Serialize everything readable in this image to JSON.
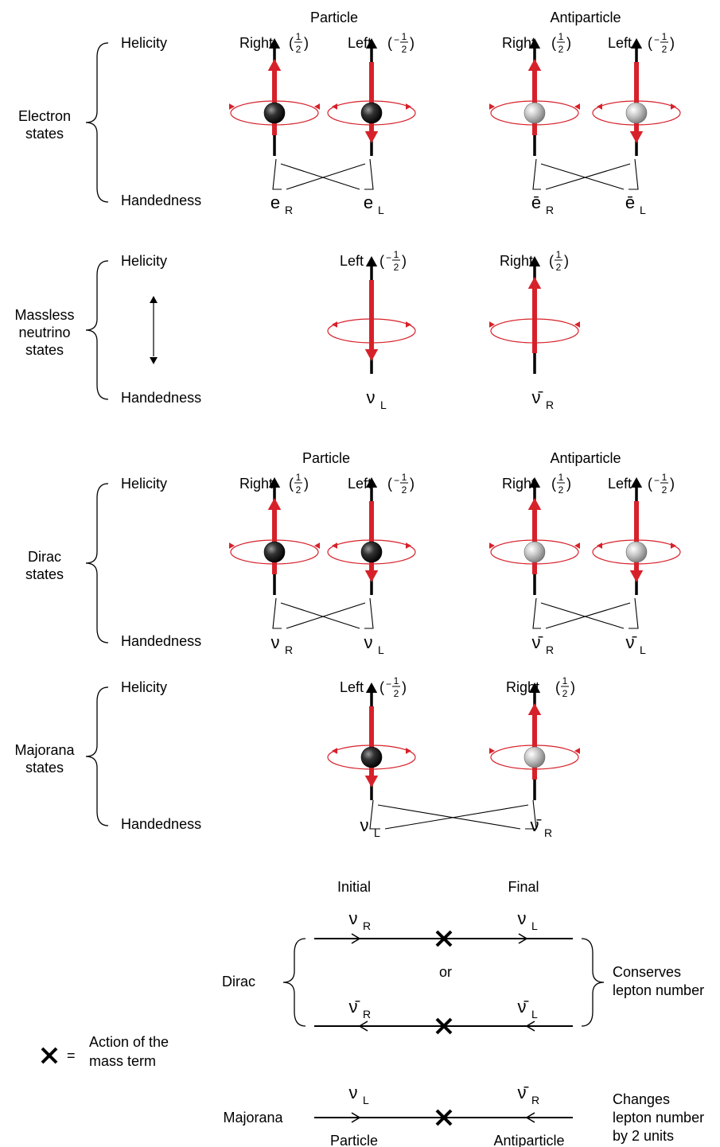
{
  "labels": {
    "particle": "Particle",
    "antiparticle": "Antiparticle",
    "helicity": "Helicity",
    "handedness": "Handedness",
    "right": "Right",
    "left": "Left",
    "spin_pos": "(1/2)",
    "spin_neg": "(−1/2)",
    "half_num": "1",
    "half_den": "2",
    "minus": "−",
    "paren_open": "(",
    "paren_close": ")"
  },
  "sections": {
    "electron": "Electron states",
    "massless": "Massless neutrino states",
    "dirac": "Dirac states",
    "majorana": "Majorana states"
  },
  "section_lines": {
    "electron": [
      "Electron",
      "states"
    ],
    "massless": [
      "Massless",
      "neutrino",
      "states"
    ],
    "dirac": [
      "Dirac",
      "states"
    ],
    "majorana": [
      "Majorana",
      "states"
    ]
  },
  "symbols": {
    "e": "e",
    "ebar": "ē",
    "nu": "ν",
    "nubar": "ν̄",
    "sub_R": "R",
    "sub_L": "L"
  },
  "mass_term": {
    "initial": "Initial",
    "final": "Final",
    "dirac": "Dirac",
    "majorana": "Majorana",
    "or": "or",
    "particle": "Particle",
    "antiparticle": "Antiparticle",
    "legend_symbol": "× =",
    "legend_text": [
      "Action of the",
      "mass term"
    ],
    "conserves": [
      "Conserves",
      "lepton number"
    ],
    "changes": [
      "Changes",
      "lepton number",
      "by 2 units"
    ]
  },
  "colors": {
    "spin_arrow": "#d7212a",
    "rotation": "#d7212a",
    "momentum": "#000000",
    "particle_ball": "#222222",
    "antiparticle_ball": "#b9b9b9"
  }
}
